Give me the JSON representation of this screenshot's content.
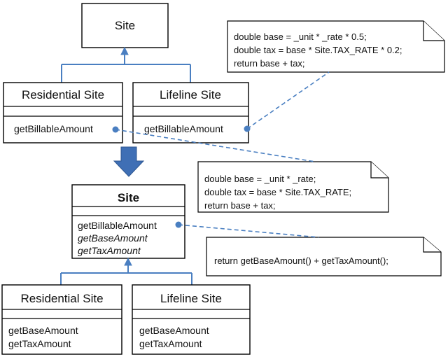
{
  "before": {
    "base_class": {
      "name": "Site"
    },
    "subclasses": [
      {
        "name": "Residential Site",
        "methods": [
          "getBillableAmount"
        ]
      },
      {
        "name": "Lifeline Site",
        "methods": [
          "getBillableAmount"
        ]
      }
    ]
  },
  "after": {
    "base_class": {
      "name": "Site",
      "methods": [
        "getBillableAmount"
      ],
      "abstract_methods": [
        "getBaseAmount",
        "getTaxAmount"
      ]
    },
    "subclasses": [
      {
        "name": "Residential Site",
        "methods": [
          "getBaseAmount",
          "getTaxAmount"
        ]
      },
      {
        "name": "Lifeline Site",
        "methods": [
          "getBaseAmount",
          "getTaxAmount"
        ]
      }
    ]
  },
  "notes": {
    "lifeline_note": [
      "double base = _unit * _rate * 0.5;",
      "double tax = base * Site.TAX_RATE * 0.2;",
      "return base + tax;"
    ],
    "residential_note": [
      "double base = _unit * _rate;",
      "double tax = base * Site.TAX_RATE;",
      "return base + tax;"
    ],
    "template_note": [
      "return getBaseAmount() + getTaxAmount();"
    ]
  },
  "colors": {
    "connector": "#4a7fc1",
    "arrow_fill": "#3f6fb5",
    "arrow_stroke": "#2d5690"
  }
}
